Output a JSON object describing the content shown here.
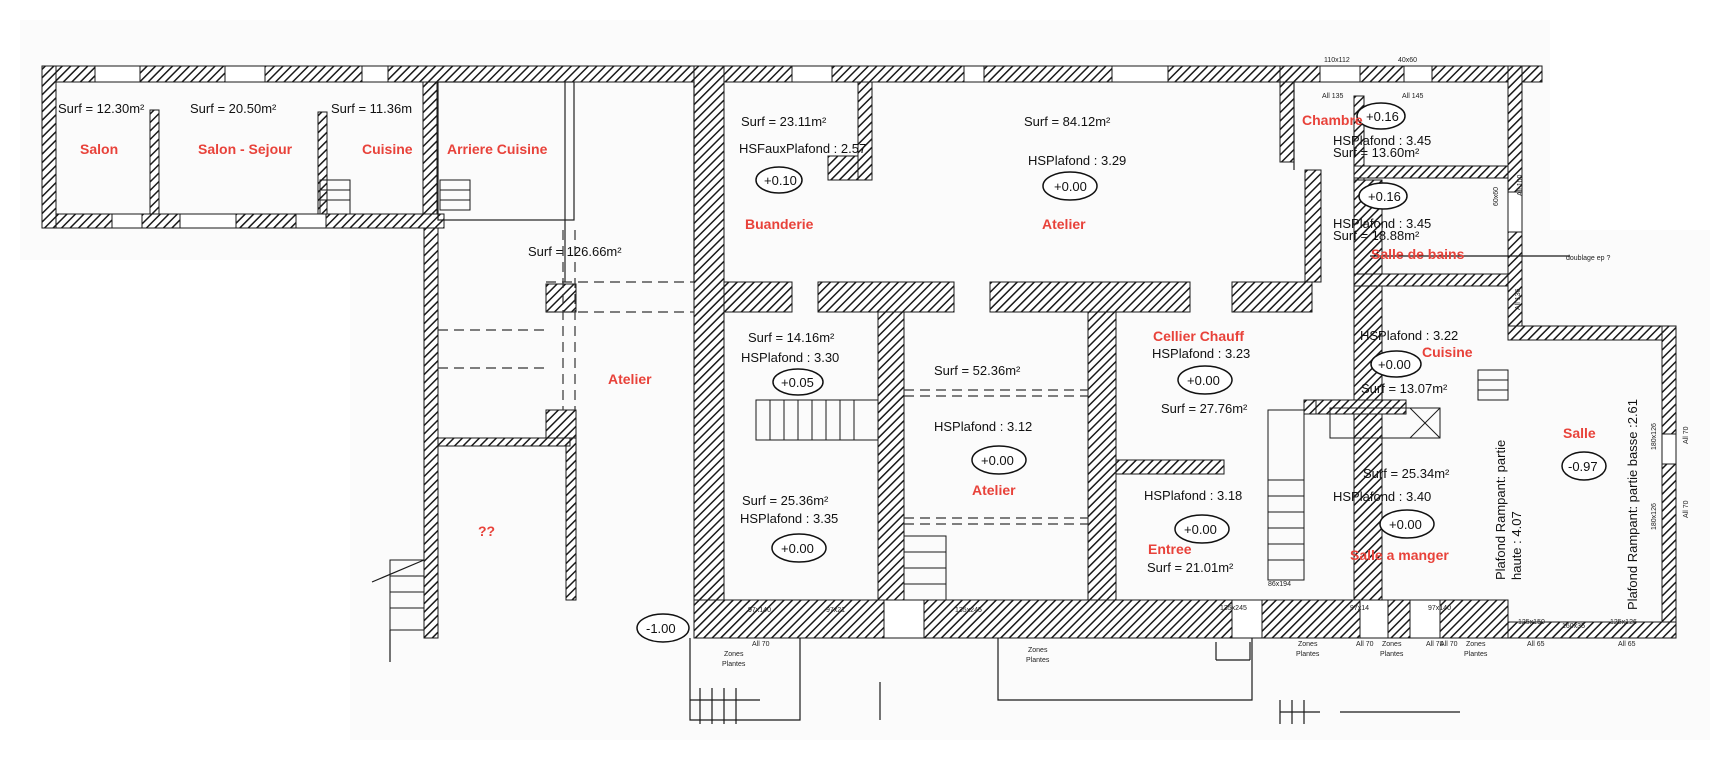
{
  "rooms": [
    {
      "name": "Salon",
      "surf": "Surf = 12.30m²"
    },
    {
      "name": "Salon - Sejour",
      "surf": "Surf = 20.50m²"
    },
    {
      "name": "Cuisine",
      "surf": "Surf = 11.36m"
    },
    {
      "name": "Arriere Cuisine",
      "surf": "Surf = 126.66m²"
    },
    {
      "name": "Atelier"
    },
    {
      "name": "??"
    },
    {
      "name": "Buanderie",
      "surf": "Surf = 23.11m²",
      "hs": "HSFauxPlafond : 2.57",
      "level": "+0.10"
    },
    {
      "name": "Atelier",
      "surf": "Surf = 84.12m²",
      "hs": "HSPlafond : 3.29",
      "level": "+0.00"
    },
    {
      "name": "Chambre",
      "surf": "Surf = 13.60m²",
      "hs": "HSPlafond : 3.45",
      "level": "+0.16"
    },
    {
      "name": "Salle de bains",
      "surf": "Surf = 18.88m²",
      "hs": "HSPlafond : 3.45",
      "level": "+0.16"
    },
    {
      "name": "",
      "surf": "Surf = 14.16m²",
      "hs": "HSPlafond : 3.30",
      "level": "+0.05"
    },
    {
      "name": "",
      "surf": "Surf = 25.36m²",
      "hs": "HSPlafond : 3.35",
      "level": "+0.00"
    },
    {
      "name": "Atelier",
      "surf": "Surf = 52.36m²",
      "hs": "HSPlafond : 3.12",
      "level": "+0.00"
    },
    {
      "name": "Cellier Chauff",
      "surf": "Surf = 27.76m²",
      "hs": "HSPlafond : 3.23",
      "level": "+0.00"
    },
    {
      "name": "Cuisine",
      "surf": "Surf = 13.07m²",
      "hs": "HSPlafond : 3.22",
      "level": "+0.00"
    },
    {
      "name": "Entree",
      "surf": "Surf = 21.01m²",
      "hs": "HSPlafond : 3.18",
      "level": "+0.00"
    },
    {
      "name": "Salle a manger",
      "surf": "Surf = 25.34m²",
      "hs": "HSPlafond : 3.40",
      "level": "+0.00"
    },
    {
      "name": "Salle",
      "level": "-0.97"
    }
  ],
  "exterior_level": "-1.00",
  "salle_note_1": "Plafond Rampant: partie basse :2.61",
  "salle_note_2": "Plafond Rampant: partie",
  "salle_note_3": "haute : 4.07",
  "doublage_note": "doublage ep ?",
  "zones_label": "Zones",
  "plantes_label": "Plantes",
  "dims": {
    "top_window_1": "110x112",
    "top_window_2": "40x60",
    "all_145": "All 145",
    "all_135": "All 135",
    "all_100": "All 100",
    "win_60x60": "60x60",
    "all_136": "All 136",
    "d_97x140": "97x140",
    "d_97x21": "97x21",
    "d_135x245_a": "135x245",
    "d_135x245_b": "135x245",
    "d_86x194": "86x194",
    "d_97x14": "97x14",
    "d_97x140b": "97x140",
    "all_70_a": "All 70",
    "all_70_b": "All 70",
    "all_70_c": "All 70",
    "all_70_d": "All 70",
    "all_65_a": "All 65",
    "all_65_b": "All 65",
    "w_125x150": "125x150",
    "w_160x35": "160x35",
    "w_125x126": "125x126",
    "w_180x126a": "180x126",
    "w_180x126b": "180x126",
    "all_70_e": "All 70",
    "all_70_f": "All 70"
  }
}
